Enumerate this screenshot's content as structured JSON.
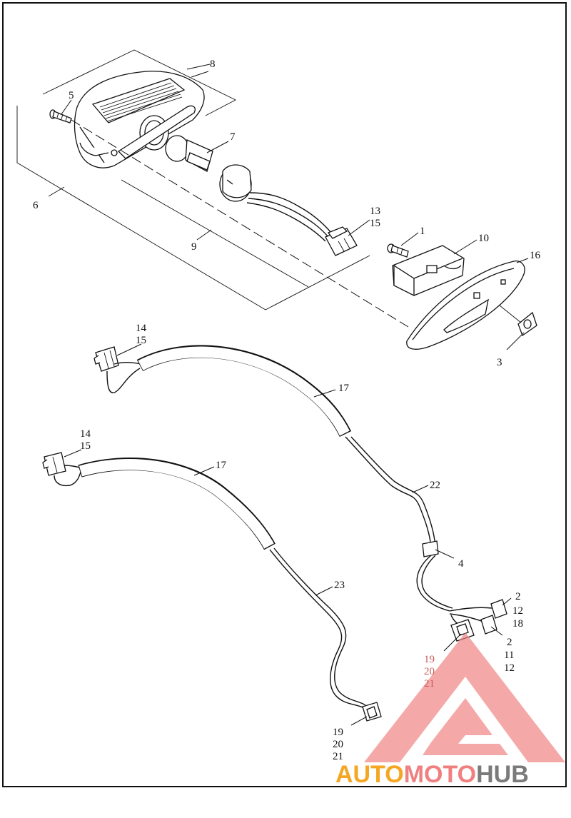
{
  "diagram": {
    "callouts": {
      "c1": "1",
      "c2a": "2",
      "c2b": "2",
      "c3": "3",
      "c4": "4",
      "c5": "5",
      "c6": "6",
      "c7": "7",
      "c8": "8",
      "c9": "9",
      "c10": "10",
      "c11": "11",
      "c12a": "12",
      "c12b": "12",
      "c13": "13",
      "c14a": "14",
      "c14b": "14",
      "c15a": "15",
      "c15b": "15",
      "c15c": "15",
      "c16": "16",
      "c17a": "17",
      "c17b": "17",
      "c18": "18",
      "c19a": "19",
      "c19b": "19",
      "c20a": "20",
      "c20b": "20",
      "c21a": "21",
      "c21b": "21",
      "c22": "22",
      "c23": "23"
    }
  },
  "watermark": {
    "word_part1": "AUTO",
    "word_part2": "MOTO",
    "word_part3": "HUB",
    "colors": {
      "triangle": "#f08080",
      "auto": "#f5a623",
      "moto": "#f08080",
      "hub": "#7a7a7a"
    }
  }
}
